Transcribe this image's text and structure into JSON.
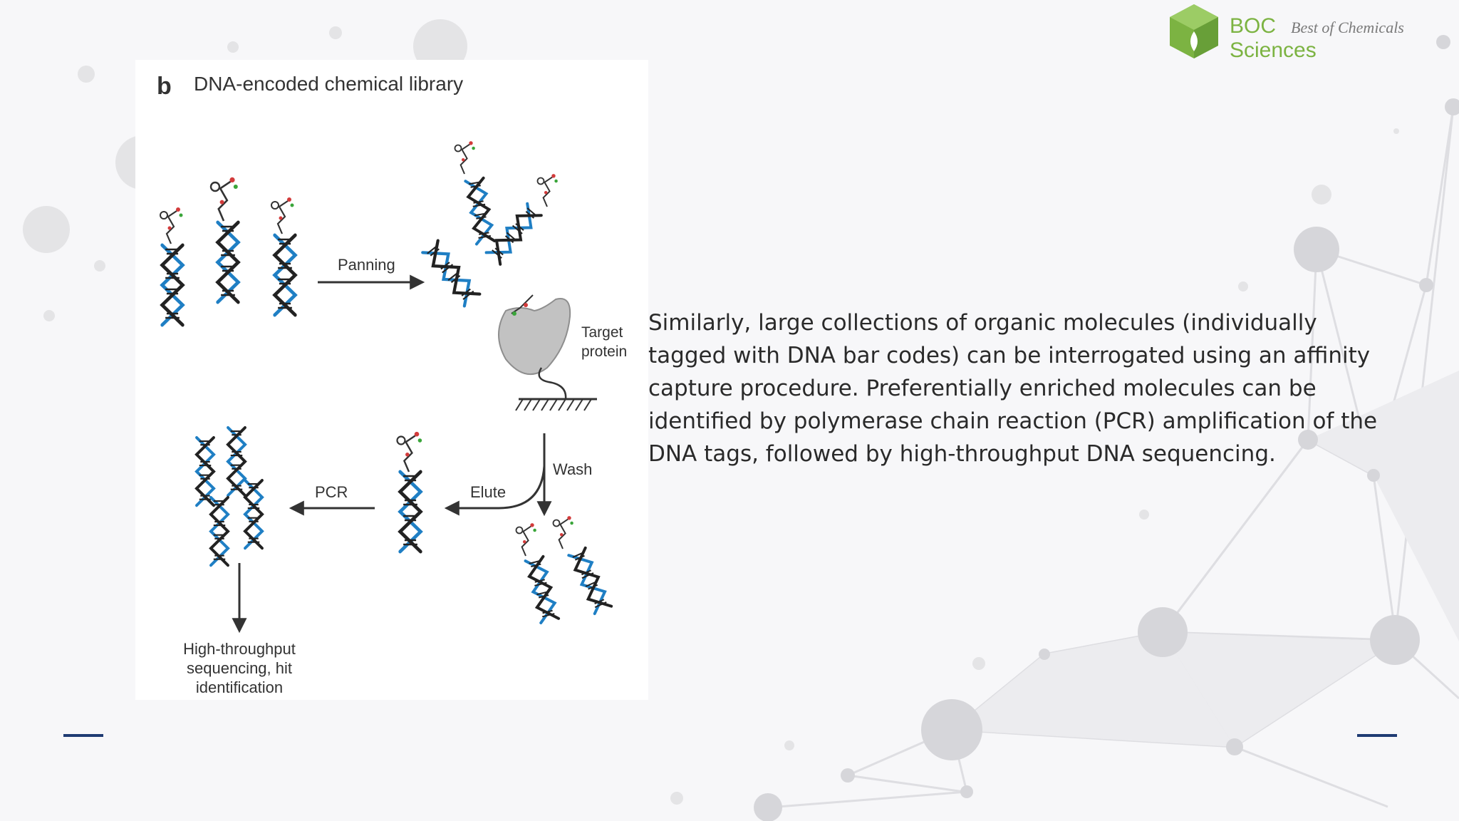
{
  "figure": {
    "panel_letter": "b",
    "title": "DNA-encoded chemical library",
    "labels": {
      "panning": "Panning",
      "target_line1": "Target",
      "target_line2": "protein",
      "wash": "Wash",
      "elute": "Elute",
      "pcr": "PCR",
      "result_line1": "High-throughput",
      "result_line2": "sequencing, hit",
      "result_line3": "identification"
    }
  },
  "body_text": "Similarly, large collections of organic molecules (individually tagged with DNA bar codes) can be interrogated using an affinity capture procedure. Preferentially enriched molecules can be identified by polymerase chain reaction (PCR) amplification of the DNA tags, followed by high-throughput DNA sequencing.",
  "logo": {
    "brand": "BOC",
    "tagline": "Best of Chemicals",
    "sub": "Sciences"
  },
  "colors": {
    "dna_blue": "#1f7fc4",
    "dna_dark": "#222222",
    "logo_green": "#7cb342",
    "accent_navy": "#1f3b73"
  },
  "icons": [
    "dna-helix-icon",
    "target-protein-icon",
    "logo-cube-icon"
  ]
}
